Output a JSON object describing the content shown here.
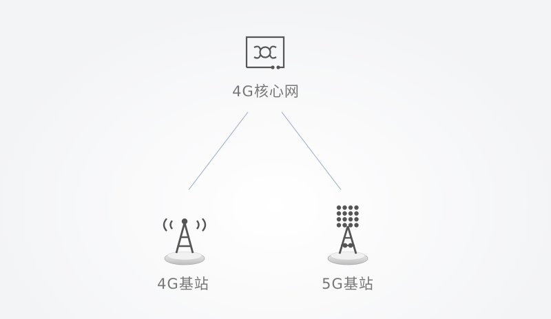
{
  "diagram": {
    "nodes": [
      {
        "id": "core",
        "label": "4G核心网",
        "icon": "core-network-icon"
      },
      {
        "id": "bs4g",
        "label": "4G基站",
        "icon": "4g-tower-icon"
      },
      {
        "id": "bs5g",
        "label": "5G基站",
        "icon": "5g-tower-icon"
      }
    ],
    "edges": [
      {
        "from": "core",
        "to": "bs4g"
      },
      {
        "from": "core",
        "to": "bs5g"
      }
    ]
  },
  "colors": {
    "line": "#a9b8d0",
    "icon": "#555555",
    "label": "#777777"
  }
}
